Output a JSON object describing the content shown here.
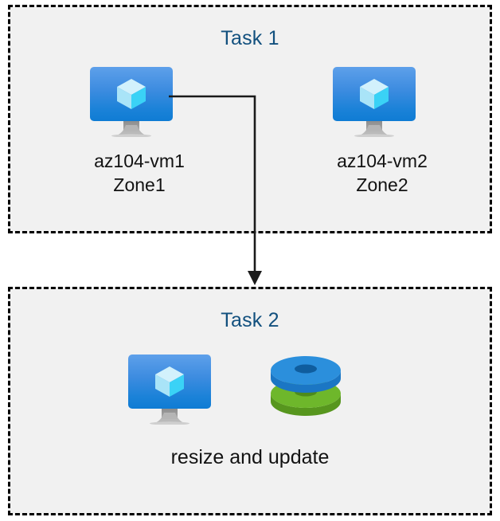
{
  "diagram": {
    "title": "Azure VM task flow",
    "background_color": "#ffffff",
    "box_fill_color": "#f1f1f1",
    "box_border_color": "#000000",
    "title_color": "#12507e",
    "text_color": "#121212",
    "connector_color": "#1a1a1a"
  },
  "task1": {
    "title": "Task 1",
    "nodes": [
      {
        "icon": "virtual-machine-icon",
        "name": "az104-vm1",
        "zone": "Zone1",
        "caption": "az104-vm1\nZone1"
      },
      {
        "icon": "virtual-machine-icon",
        "name": "az104-vm2",
        "zone": "Zone2",
        "caption": "az104-vm2\nZone2"
      }
    ]
  },
  "task2": {
    "title": "Task 2",
    "icons": [
      {
        "icon": "virtual-machine-icon",
        "label": "virtual machine"
      },
      {
        "icon": "managed-disks-icon",
        "label": "managed disks"
      }
    ],
    "caption": "resize and update"
  },
  "connector": {
    "from": "az104-vm1",
    "to": "Task 2",
    "style": "elbow-arrow-down",
    "arrowhead": "filled-triangle"
  },
  "icon_colors": {
    "vm_screen_top": "#5ea0ea",
    "vm_screen_bottom": "#0f7cd4",
    "vm_stand": "#a9a9a9",
    "cube_top": "#cdeefb",
    "cube_left": "#a5e3f7",
    "cube_right": "#32d0f5",
    "disk_blue_top": "#2b8fdc",
    "disk_blue_side": "#1b76c4",
    "disk_blue_hole": "#0f5d9e",
    "disk_green_top": "#6eb72b",
    "disk_green_side": "#57961e",
    "disk_green_hole": "#4d8a1b"
  }
}
